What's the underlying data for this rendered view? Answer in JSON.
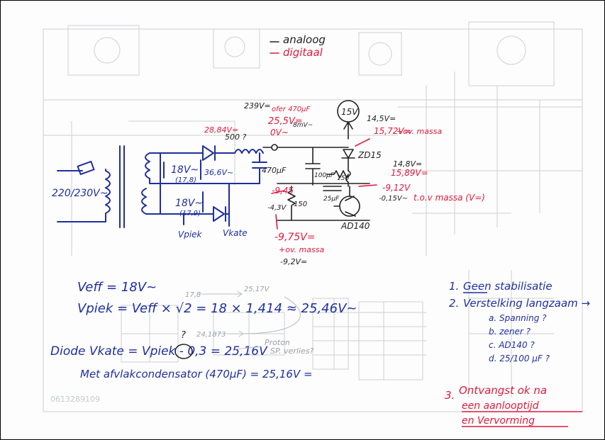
{
  "legend": {
    "analog": "analoog",
    "digital": "digitaal"
  },
  "colors": {
    "analog_ink": "#222222",
    "digital_ink": "#e01a3c",
    "calc_ink": "#1f2f9e",
    "faded_print": "#b9bec4"
  },
  "circuit_labels": {
    "mains": "220/230V~",
    "sec_upper": "18V~",
    "sec_upper_meas": "(17,8)",
    "sec_middle": "36,6V~",
    "sec_lower": "18V~",
    "sec_lower_meas": "(17,9)",
    "v_piek": "Vpiek",
    "v_kate": "Vkate",
    "top_239": "239V=",
    "top_500": "500 ?",
    "red_2884": "28,84V=",
    "red_oker": "ofer 470µF",
    "red_255": "25,5V=",
    "red_0v": "0V~",
    "small_8mv": "8mV~",
    "cap_470": "470µF",
    "badge_15v": "15V",
    "v_145": "14,5V=",
    "red_1572": "15,72V=",
    "red_tov_massa_1": "+ov. massa",
    "zener": "ZD15",
    "v_148": "14,8V=",
    "red_1589": "15,89V=",
    "cap_100": "100µF",
    "res_150_right": "150",
    "red_945": "-9,45",
    "v_943": "-4,3V",
    "res_150_left": "150",
    "cap_25": "25µF",
    "red_912": "-9,12V",
    "red_tov_massa_2": "t.o.v massa (V=)",
    "v_015": "-0,15V~",
    "transistor": "AD140",
    "red_975": "-9,75V=",
    "red_tov_massa_3": "+ov. massa",
    "v_92": "-9,2V="
  },
  "calculations": {
    "veff": "Veff = 18V~",
    "vpiek": "Vpiek = Veff × √2 = 18 × 1,414 ≈ 25,46V~",
    "note_178": "17,8",
    "note_2517": "25,17V",
    "note_q": "?",
    "note_2418": "24,1873",
    "diode": "Diode  Vkate = Vpiek - 0,3 = 25,16V",
    "proton": "Proton",
    "sp_verlies": "SP. verlies?",
    "afvlak": "Met afvlakcondensator (470µF) = 25,16V ="
  },
  "notes": {
    "item1_num": "1.",
    "item1_text": "Geen stabilisatie",
    "item2_num": "2.",
    "item2_text": "Verstelking langzaam →",
    "sub_a": "a. Spanning ?",
    "sub_b": "b. zener ?",
    "sub_c": "c. AD140 ?",
    "sub_d": "d. 25/100 µF ?",
    "item3_num": "3.",
    "item3_line1": "Ontvangst ok na",
    "item3_line2": "een aanlooptijd",
    "item3_line3": "en Vervorming"
  },
  "faded_print": {
    "bottom_left_code": "0613289109"
  }
}
